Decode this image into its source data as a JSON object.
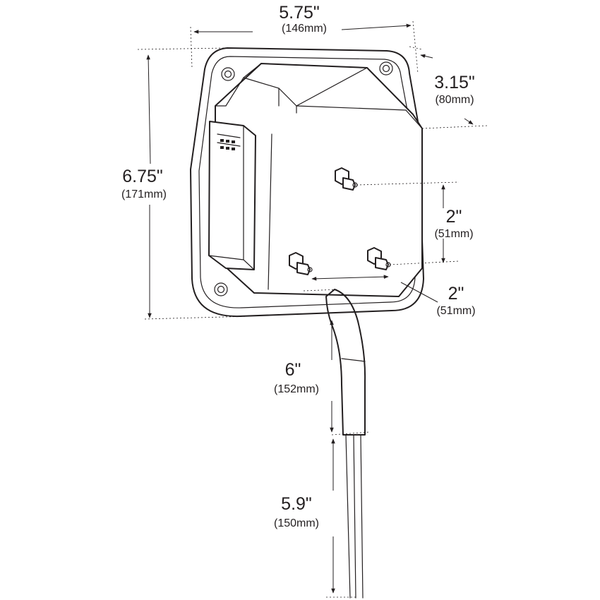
{
  "dimensions": {
    "width": {
      "value": "5.75\"",
      "metric": "(146mm)"
    },
    "depth": {
      "value": "3.15\"",
      "metric": "(80mm)"
    },
    "height": {
      "value": "6.75\"",
      "metric": "(171mm)"
    },
    "stud_vertical": {
      "value": "2\"",
      "metric": "(51mm)"
    },
    "stud_horizontal": {
      "value": "2\"",
      "metric": "(51mm)"
    },
    "lead_jacket": {
      "value": "6\"",
      "metric": "(152mm)"
    },
    "lead_wires": {
      "value": "5.9\"",
      "metric": "(150mm)"
    }
  },
  "colors": {
    "line": "#231f20",
    "background": "#ffffff"
  }
}
